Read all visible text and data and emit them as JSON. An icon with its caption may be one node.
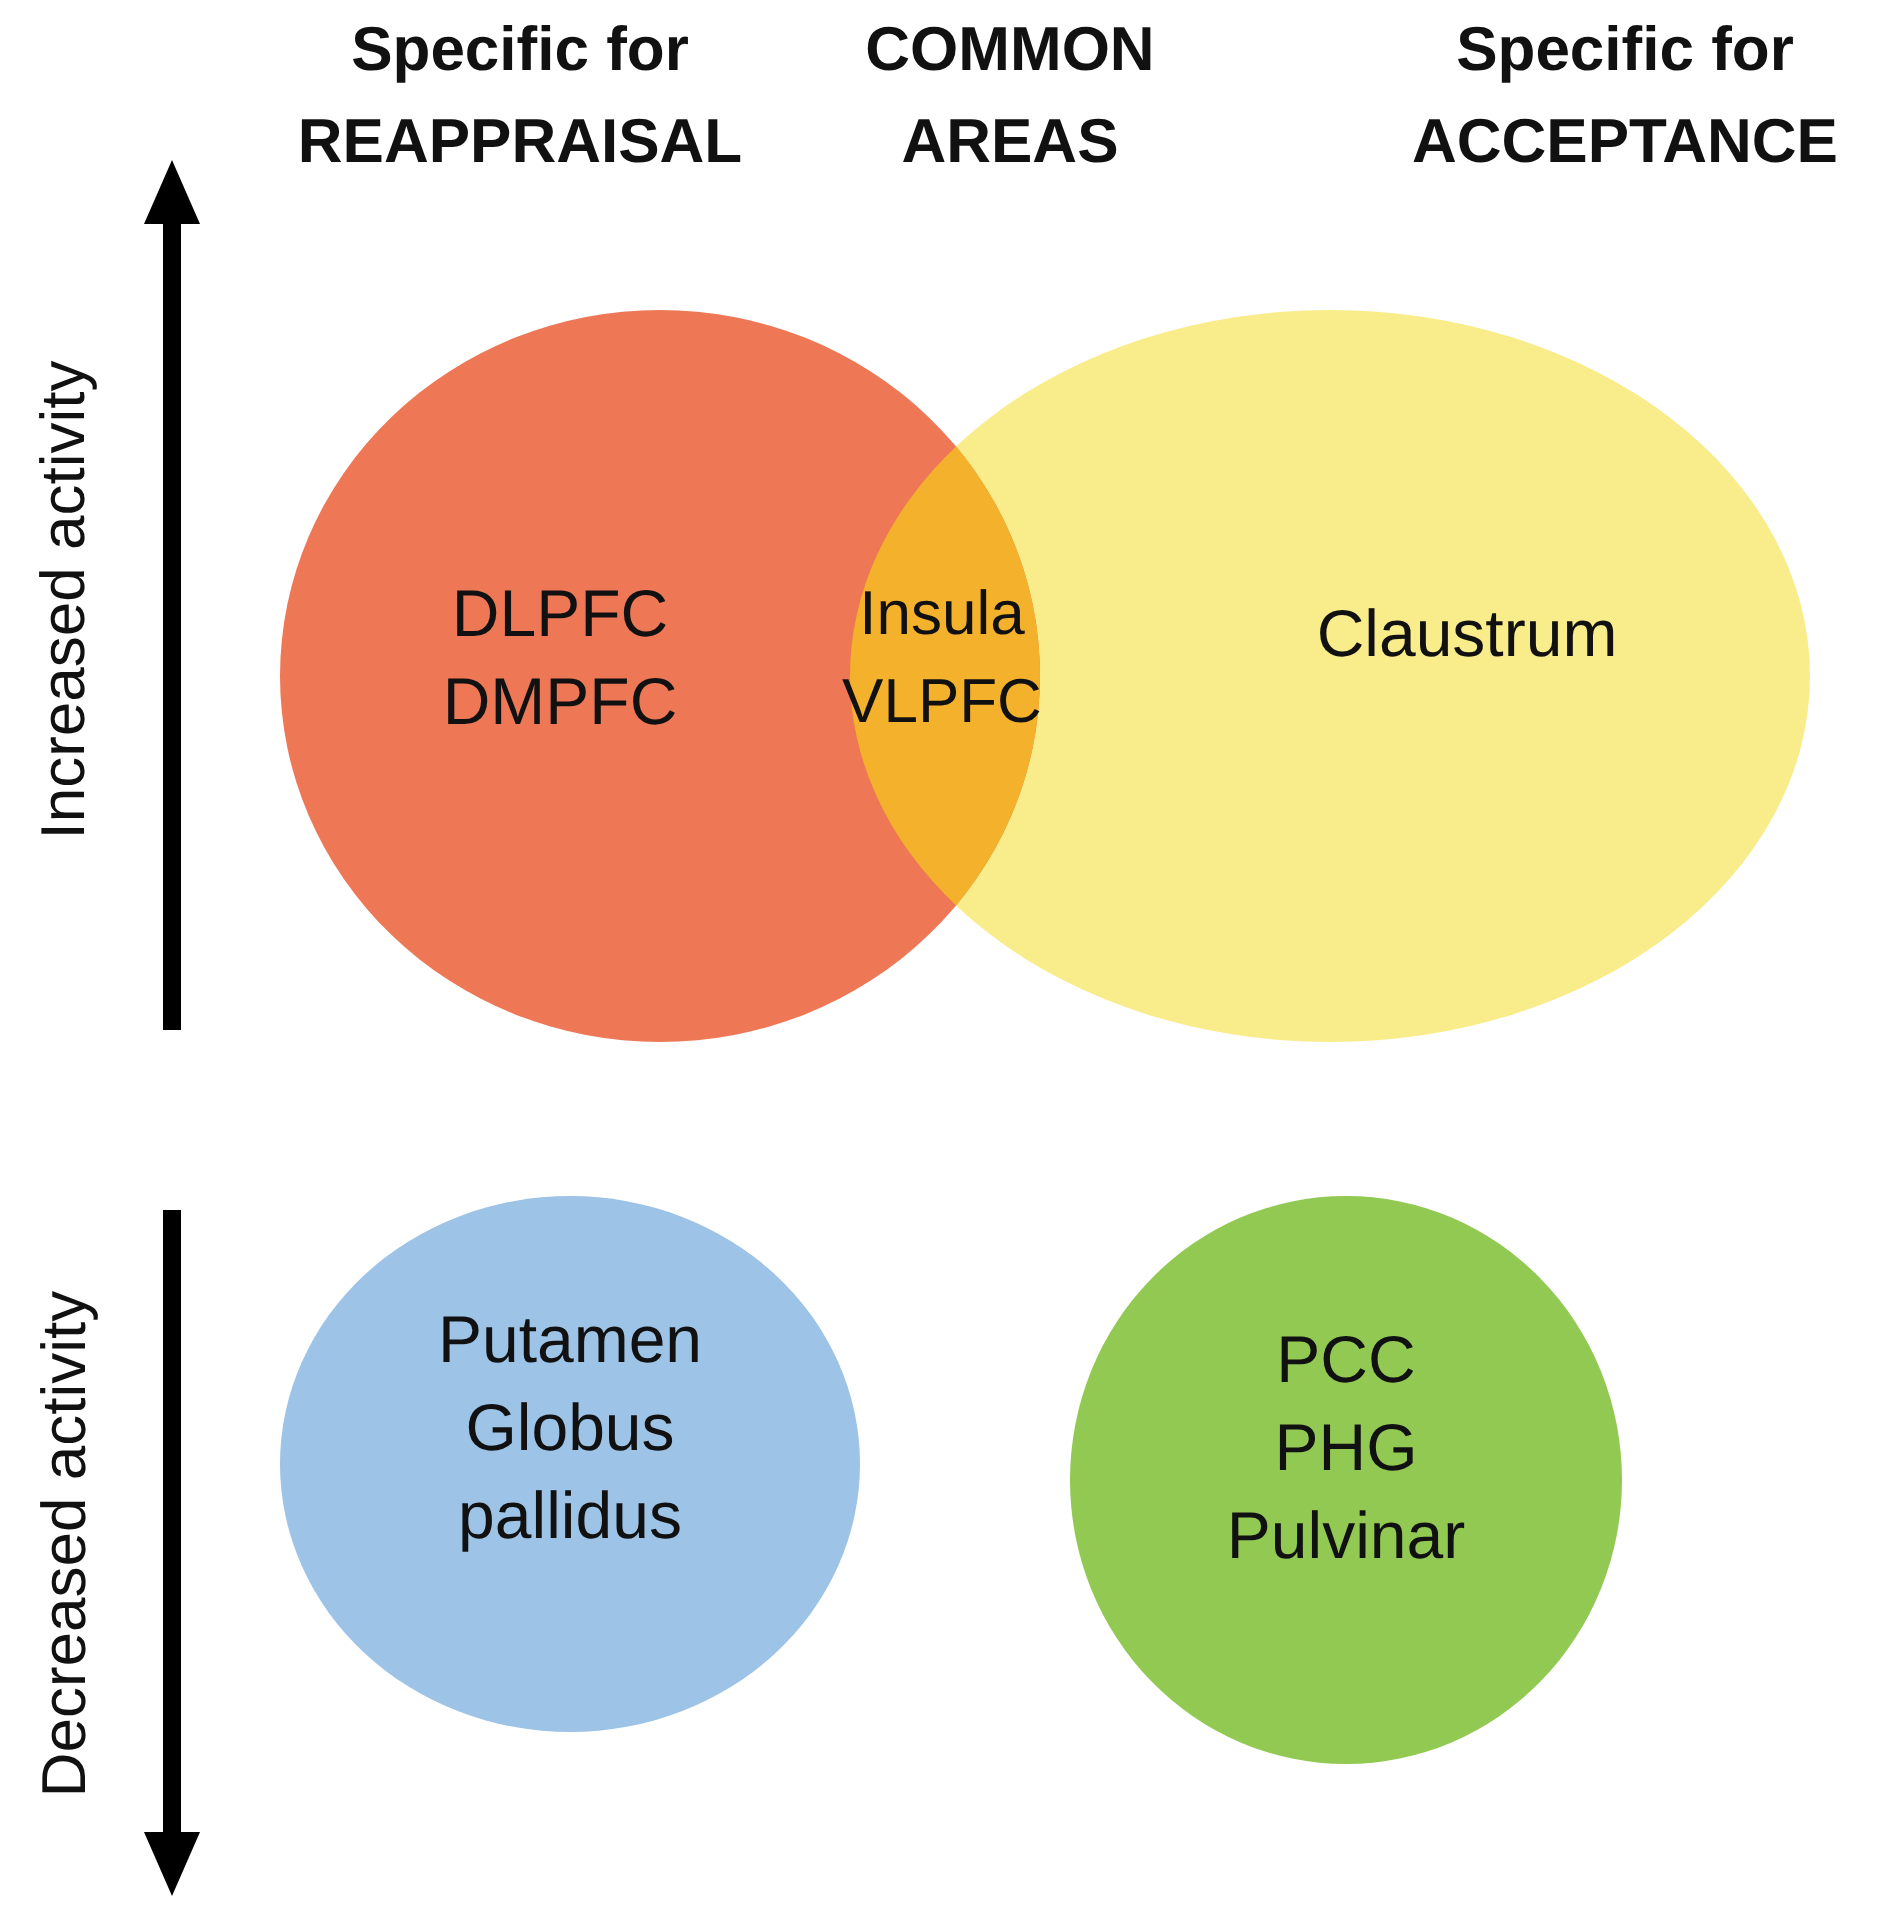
{
  "diagram": {
    "nodes": [
      {
        "text": [
          "DLPFC",
          "DMPFC"
        ]
      },
      {
        "text": [
          "Insula",
          "VLPFC"
        ]
      },
      {
        "text": [
          "Claustrum"
        ]
      },
      {
        "text": [
          "Putamen",
          "Globus pallidus"
        ]
      },
      {
        "text": [
          "PCC",
          "PHG",
          "Pulvinar"
        ]
      }
    ],
    "edges": [],
    "labels": [
      "Specific for REAPPRAISAL",
      "COMMON AREAS",
      "Specific for ACCEPTANCE",
      "Increased activity",
      "Decreased activity"
    ]
  }
}
